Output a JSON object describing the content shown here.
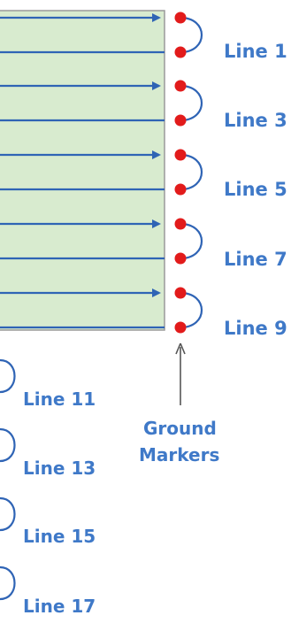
{
  "diagram": {
    "colors": {
      "panel_fill": "#d8ebcf",
      "panel_border": "#9a9a9a",
      "wire": "#2f64b5",
      "marker": "#e21b1b",
      "label": "#3f79c8",
      "pointer": "#555555"
    },
    "right_labels": [
      "Line 1",
      "Line 3",
      "Line 5",
      "Line 7",
      "Line 9"
    ],
    "left_labels": [
      "Line 11",
      "Line 13",
      "Line 15",
      "Line 17"
    ],
    "ground_label": [
      "Ground",
      "Markers"
    ]
  }
}
